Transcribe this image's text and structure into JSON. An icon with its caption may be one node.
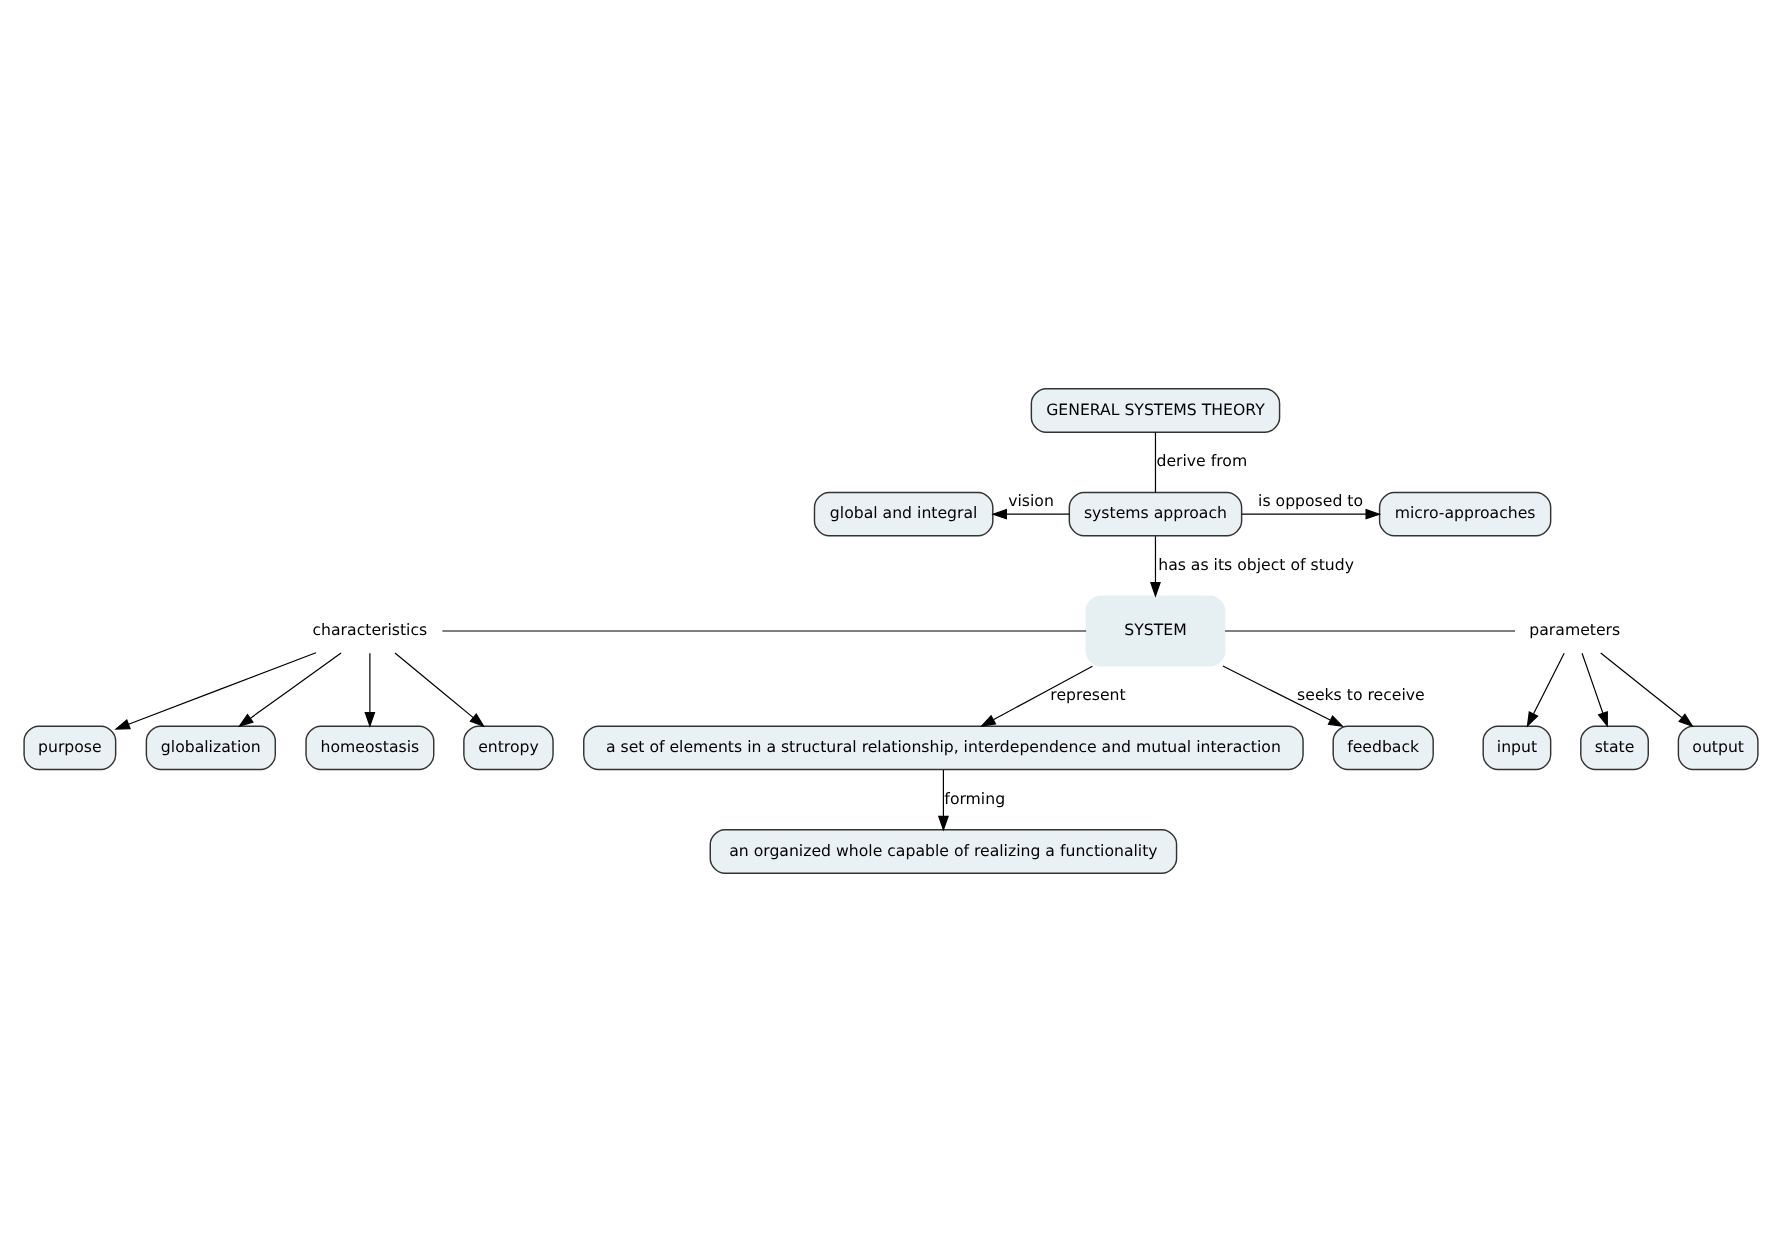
{
  "diagram": {
    "nodes": [
      {
        "text": [
          "GENERAL SYSTEMS THEORY"
        ]
      },
      {
        "text": [
          "global and integral"
        ]
      },
      {
        "text": [
          "systems approach"
        ]
      },
      {
        "text": [
          "micro-approaches"
        ]
      },
      {
        "text": [
          "input"
        ]
      },
      {
        "text": [
          "purpose"
        ]
      },
      {
        "text": [
          "globalization"
        ]
      },
      {
        "text": [
          "characteristics"
        ]
      },
      {
        "text": [
          "SYSTEM"
        ]
      },
      {
        "text": [
          "parameters"
        ]
      },
      {
        "text": [
          "state"
        ]
      },
      {
        "text": [
          "output"
        ]
      },
      {
        "text": [
          "homeostasis"
        ]
      },
      {
        "text": [
          "entropy"
        ]
      },
      {
        "text": [
          "feedback"
        ]
      },
      {
        "text": [
          "a set of elements in a structural relationship, interdependence and mutual interaction"
        ]
      },
      {
        "text": [
          "an organized whole capable of realizing a functionality"
        ]
      }
    ],
    "edges": [
      {
        "from": 0,
        "to": 2,
        "arrow": "none",
        "label": "derive from"
      },
      {
        "from": 2,
        "to": 1,
        "arrow": "to",
        "label": "vision"
      },
      {
        "from": 2,
        "to": 3,
        "arrow": "to",
        "label": "is opposed to"
      },
      {
        "from": 2,
        "to": 8,
        "arrow": "to",
        "label": "has as its object of study"
      },
      {
        "from": 8,
        "to": 7,
        "arrow": "none"
      },
      {
        "from": 7,
        "to": 5,
        "arrow": "to"
      },
      {
        "from": 7,
        "to": 6,
        "arrow": "to"
      },
      {
        "from": 7,
        "to": 12,
        "arrow": "to"
      },
      {
        "from": 7,
        "to": 13,
        "arrow": "to"
      },
      {
        "from": 8,
        "to": 9,
        "arrow": "none"
      },
      {
        "from": 9,
        "to": 4,
        "arrow": "to"
      },
      {
        "from": 9,
        "to": 10,
        "arrow": "to"
      },
      {
        "from": 9,
        "to": 11,
        "arrow": "to"
      },
      {
        "from": 8,
        "to": 14,
        "arrow": "to",
        "label": "seeks to receive"
      },
      {
        "from": 8,
        "to": 15,
        "arrow": "to",
        "label": "represent"
      },
      {
        "from": 15,
        "to": 16,
        "arrow": "to",
        "label": "forming"
      }
    ]
  }
}
